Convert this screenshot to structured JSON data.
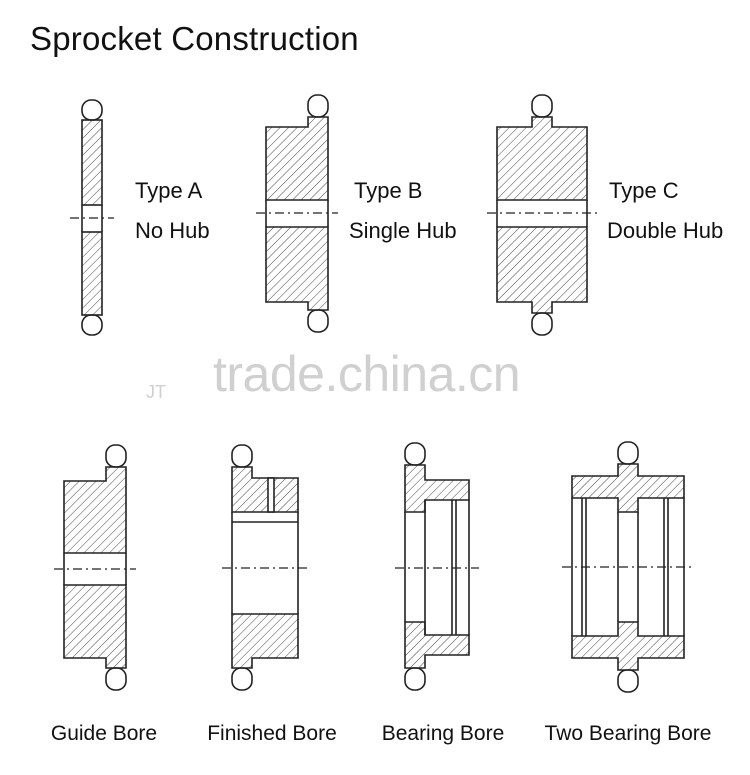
{
  "title": "Sprocket Construction",
  "watermark": "trade.china.cn",
  "watermark_fragment": "JT",
  "types": [
    {
      "type": "Type A",
      "desc": "No Hub"
    },
    {
      "type": "Type B",
      "desc": "Single Hub"
    },
    {
      "type": "Type C",
      "desc": "Double Hub"
    }
  ],
  "bores": [
    "Guide Bore",
    "Finished Bore",
    "Bearing Bore",
    "Two Bearing Bore"
  ],
  "colors": {
    "line": "#222222",
    "hatch": "#333333",
    "watermark": "#d0d0d0"
  }
}
